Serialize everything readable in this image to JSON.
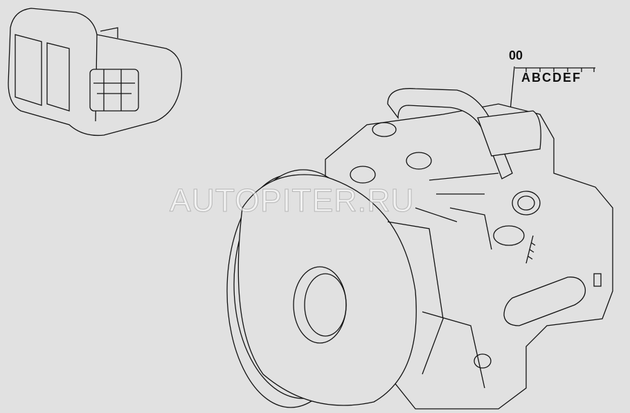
{
  "callout": {
    "code": "00",
    "variants": "ABCDEF"
  },
  "watermark": "AUTOPITER.RU"
}
